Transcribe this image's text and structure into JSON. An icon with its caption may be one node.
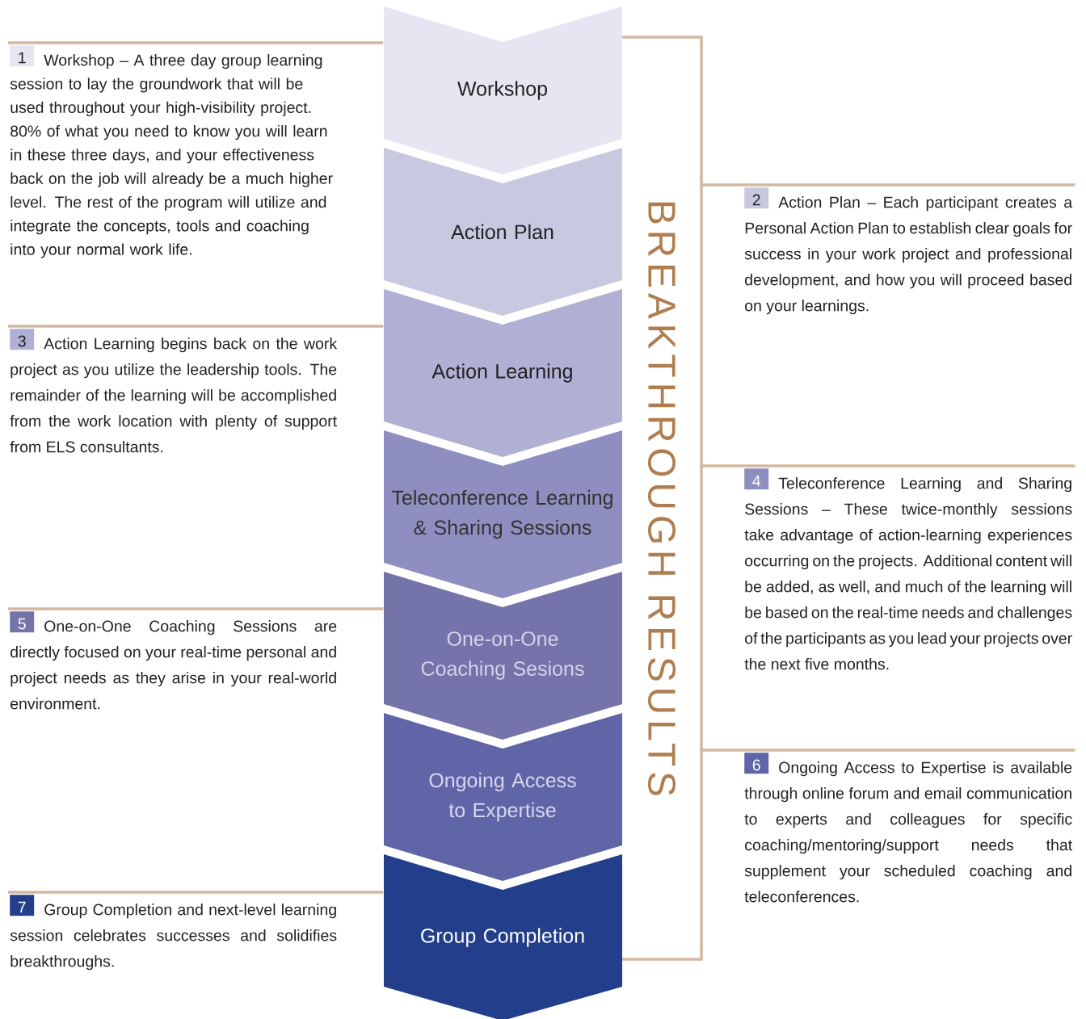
{
  "diagram": {
    "nodes": [
      {
        "text": [
          "Workshop"
        ]
      },
      {
        "text": [
          "Action Plan"
        ]
      },
      {
        "text": [
          "Action Learning"
        ]
      },
      {
        "text": [
          "Teleconference Learning & Sharing Sessions"
        ]
      },
      {
        "text": [
          "One-on-One Coaching Sesions"
        ]
      },
      {
        "text": [
          "Ongoing Access to Expertise"
        ]
      },
      {
        "text": [
          "Group Completion"
        ]
      },
      {
        "text": [
          "BREAKTHROUGH RESULTS"
        ]
      },
      {
        "text": [
          "1",
          "Workshop – A three day group learning session to lay the groundwork that will be used throughout your high-visibility project. 80% of what you need to know you will learn in these three days, and your effectiveness back on the job will already be a much higher level. The rest of the program will utilize and integrate the concepts, tools and coaching into your normal work life."
        ]
      },
      {
        "text": [
          "2",
          "Action Plan – Each participant creates a Personal Action Plan to establish clear goals for success in your work project and professional development, and how you will proceed based on your learnings."
        ]
      },
      {
        "text": [
          "3",
          "Action Learning begins back on the work project as you utilize the leadership tools. The remainder of the learning will be accomplished from the work location with plenty of support from ELS consultants."
        ]
      },
      {
        "text": [
          "4",
          "Teleconference Learning and Sharing Sessions – These twice-monthly sessions take advantage of action-learning experiences occurring on the projects. Additional content will be added, as well, and much of the learning will be based on the real-time needs and challenges of the participants as you lead your projects over the next five months."
        ]
      },
      {
        "text": [
          "5",
          "One-on-One Coaching Sessions are directly focused on your real-time personal and project needs as they arise in your real-world environment."
        ]
      },
      {
        "text": [
          "6",
          "Ongoing Access to Expertise is available through online forum and email communication to experts and colleagues for specific coaching/mentoring/support needs that supplement your scheduled coaching and teleconferences."
        ]
      },
      {
        "text": [
          "7",
          "Group Completion and next-level learning session celebrates successes and solidifies breakthroughs."
        ]
      }
    ],
    "edges": [
      {
        "from": 8,
        "to": 0,
        "arrow": "none"
      },
      {
        "from": 7,
        "to": 9,
        "arrow": "none"
      },
      {
        "from": 10,
        "to": 2,
        "arrow": "none"
      },
      {
        "from": 7,
        "to": 11,
        "arrow": "none"
      },
      {
        "from": 12,
        "to": 4,
        "arrow": "none"
      },
      {
        "from": 7,
        "to": 13,
        "arrow": "none"
      },
      {
        "from": 14,
        "to": 6,
        "arrow": "none"
      }
    ]
  }
}
